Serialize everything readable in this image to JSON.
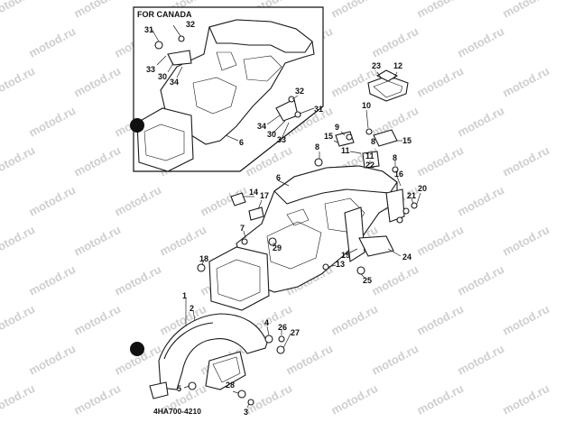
{
  "watermark": "motod.ru",
  "inset_title": "FOR CANADA",
  "diagram_code": "4HA700-4210",
  "colors": {
    "line": "#1a1a1a",
    "watermark": "#cfcfcf",
    "background": "#ffffff"
  },
  "callouts": {
    "i31": "31",
    "i32": "32",
    "i33": "33",
    "i30": "30",
    "i34": "34",
    "i32b": "32",
    "i31b": "31",
    "i34b": "34",
    "i30b": "30",
    "i33b": "33",
    "i6": "6",
    "c23": "23",
    "c12": "12",
    "c10": "10",
    "c9": "9",
    "c15a": "15",
    "c11a": "11",
    "c8a": "8",
    "c15b": "15",
    "c11b": "11",
    "c8b": "8",
    "c22": "22",
    "c8c": "8",
    "c6": "6",
    "c14": "14",
    "c17": "17",
    "c16": "16",
    "c21": "21",
    "c20": "20",
    "c7": "7",
    "c29": "29",
    "c19": "19",
    "c13": "13",
    "c24": "24",
    "c18": "18",
    "c25": "25",
    "c1": "1",
    "c2": "2",
    "c4": "4",
    "c26": "26",
    "c27": "27",
    "c5": "5",
    "c28": "28",
    "c3": "3"
  }
}
